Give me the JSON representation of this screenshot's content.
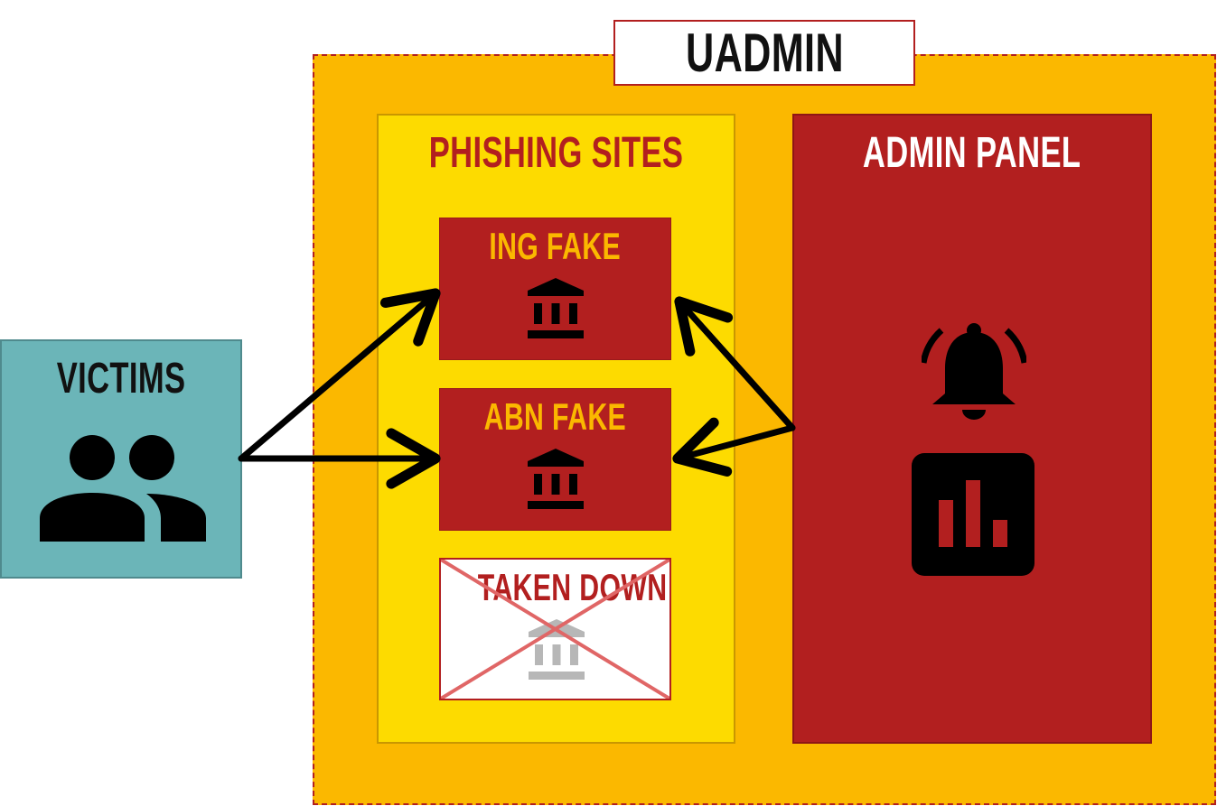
{
  "diagram": {
    "title": "UADMIN",
    "groups": {
      "phishing_sites": {
        "title": "PHISHING SITES",
        "sites": [
          {
            "label": "ING FAKE",
            "icon": "bank-icon",
            "status": "active"
          },
          {
            "label": "ABN FAKE",
            "icon": "bank-icon",
            "status": "active"
          },
          {
            "label": "TAKEN DOWN",
            "icon": "bank-icon",
            "status": "taken-down"
          }
        ]
      },
      "admin_panel": {
        "title": "ADMIN PANEL",
        "icons": [
          "bell-alert-icon",
          "bar-chart-icon"
        ]
      }
    },
    "victims": {
      "title": "VICTIMS",
      "icon": "people-icon"
    },
    "edges": [
      {
        "from": "VICTIMS",
        "to": "ING FAKE",
        "direction": "forward"
      },
      {
        "from": "VICTIMS",
        "to": "ABN FAKE",
        "direction": "forward"
      },
      {
        "from": "ADMIN PANEL",
        "to": "ING FAKE",
        "direction": "forward"
      },
      {
        "from": "ADMIN PANEL",
        "to": "ABN FAKE",
        "direction": "forward"
      }
    ],
    "colors": {
      "outer_zone": "#fbb800",
      "phishing_panel": "#fddb00",
      "site_box": "#b21f1f",
      "site_label": "#fbb800",
      "admin_panel": "#b21f1f",
      "victims_box": "#6bb5b8",
      "strike_cross": "#e06666",
      "disabled_icon": "#b7b7b7"
    }
  }
}
